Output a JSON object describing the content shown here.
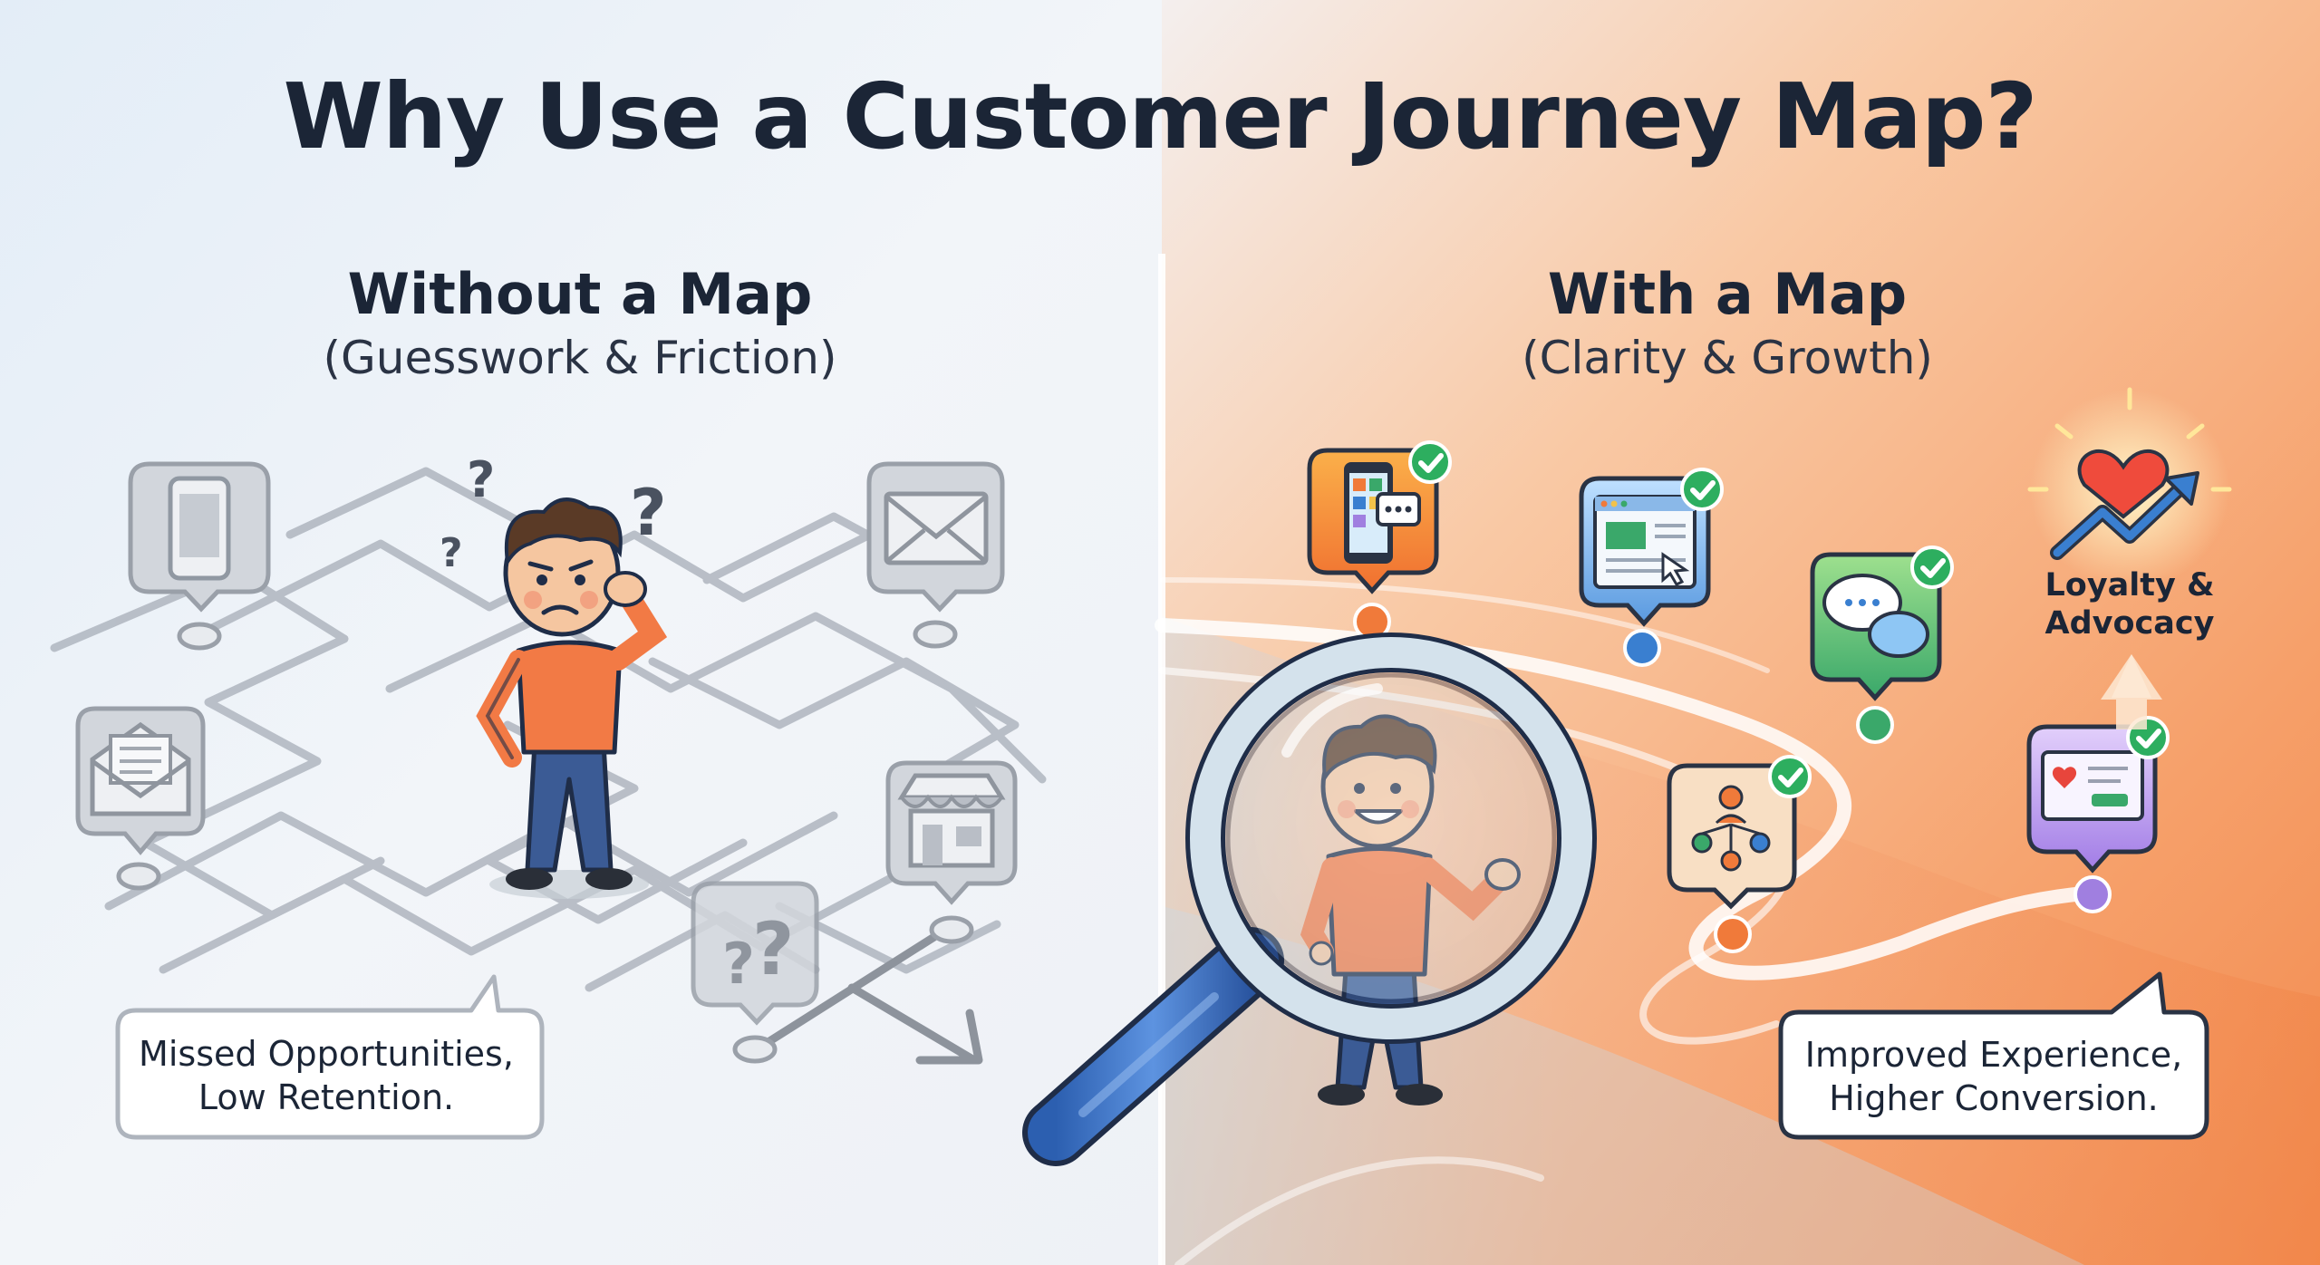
{
  "title": "Why Use a Customer Journey Map?",
  "left": {
    "heading": "Without a Map",
    "subheading": "(Guesswork & Friction)",
    "callout": [
      "Missed Opportunities,",
      "Low Retention."
    ]
  },
  "right": {
    "heading": "With a Map",
    "subheading": "(Clarity & Growth)",
    "callout": [
      "Improved Experience,",
      "Higher Conversion."
    ],
    "goal_label": [
      "Loyalty &",
      "Advocacy"
    ]
  },
  "colors": {
    "text_dark": "#1b2536",
    "left_bg": "#eef3f9",
    "right_bg_warm": "#f6965a",
    "orange_shirt": "#f27a45",
    "jeans_blue": "#3b5b95",
    "check_green": "#2dae5f",
    "accent_blue": "#3a7fd0",
    "accent_purple": "#a07fe0",
    "gray_icon": "#a8aeb7"
  },
  "icons": {
    "left": [
      "smartphone-icon",
      "envelope-icon",
      "open-mail-icon",
      "storefront-icon",
      "question-marks-icon"
    ],
    "right": [
      "mobile-chat-icon",
      "browser-window-icon",
      "chat-bubbles-icon",
      "team-network-icon",
      "loyalty-card-icon",
      "heart-growth-icon"
    ]
  }
}
